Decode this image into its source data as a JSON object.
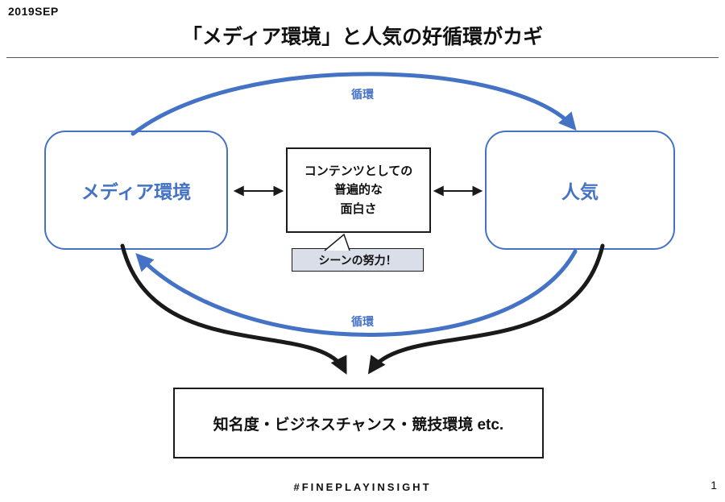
{
  "meta": {
    "date_label": "2019SEP",
    "page_number": "1",
    "footer_hashtag": "#FINEPLAYINSIGHT"
  },
  "title": "「メディア環境」と人気の好循環がカギ",
  "diagram": {
    "left_box_label": "メディア環境",
    "right_box_label": "人気",
    "center_box": {
      "lines": [
        "コンテンツとしての",
        "普遍的な",
        "面白さ"
      ]
    },
    "callout_label": "シーンの努力！",
    "cycle_label_top": "循環",
    "cycle_label_bottom": "循環",
    "bottom_box_label": "知名度・ビジネスチャンス・競技環境 etc.",
    "colors": {
      "accent_blue": "#4472C4",
      "arrow_black": "#1a1a1a",
      "callout_fill": "#D9DEE8"
    }
  }
}
